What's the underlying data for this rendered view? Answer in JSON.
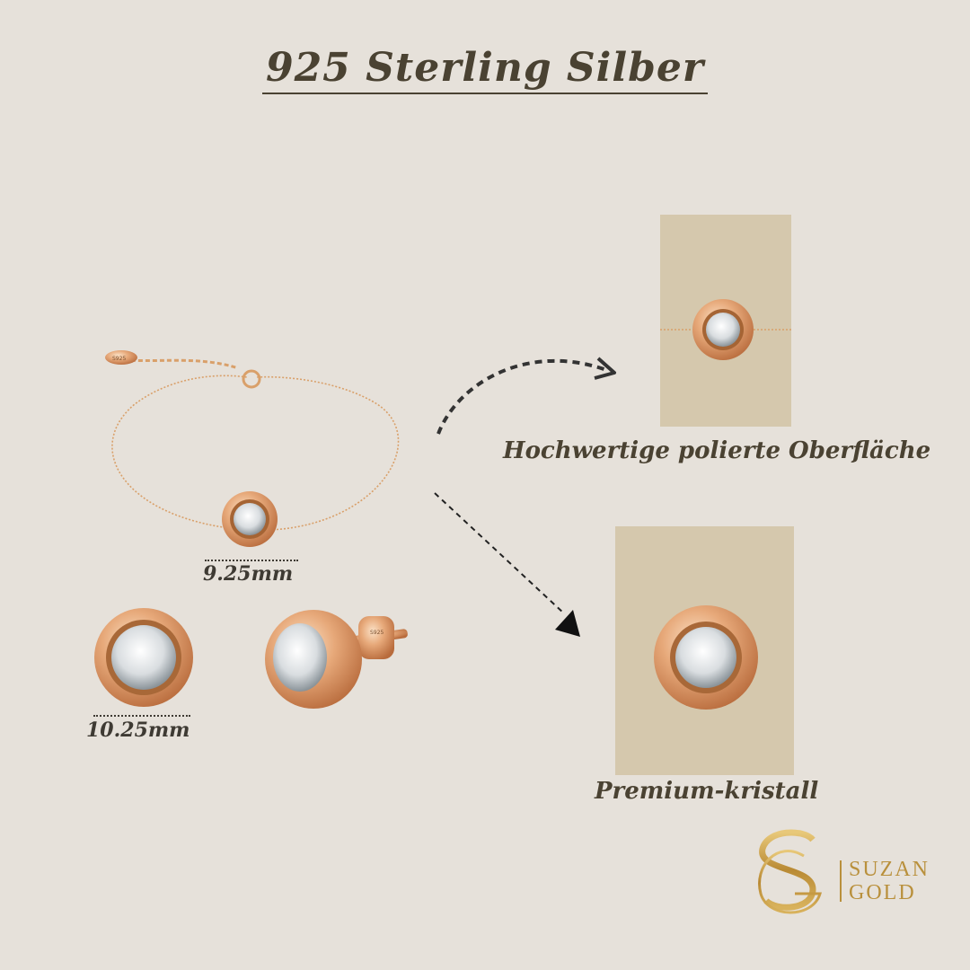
{
  "title": "925 Sterling Silber",
  "colors": {
    "background": "#e6e1da",
    "panel": "#d5c8ad",
    "text": "#4a4232",
    "gold": "#d9a06a"
  },
  "bracelet": {
    "width_label": "9.25mm",
    "tag_text": "S925"
  },
  "earring": {
    "width_label": "10.25mm"
  },
  "detail_top": {
    "caption": "Hochwertige polierte Oberfläche"
  },
  "detail_bottom": {
    "caption": "Premium-kristall"
  },
  "logo": {
    "line1": "SUZAN",
    "line2": "GOLD"
  },
  "icons": [
    "dashed-curved-arrow-icon",
    "dashed-straight-arrow-icon"
  ]
}
